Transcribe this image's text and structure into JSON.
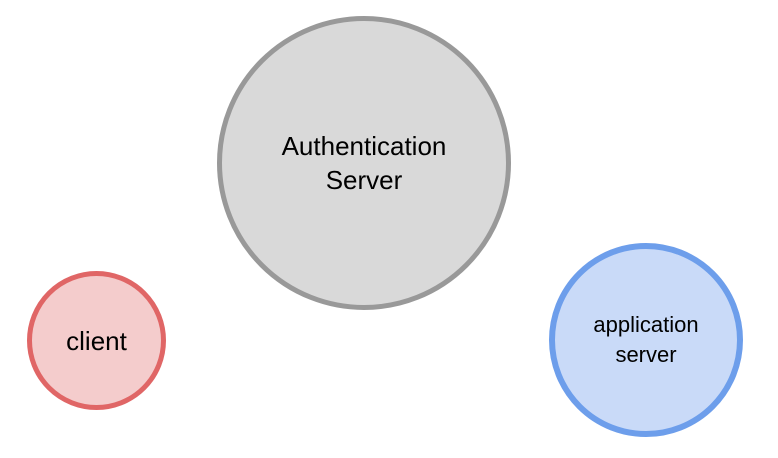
{
  "diagram": {
    "background_color": "#ffffff",
    "text_color": "#000000",
    "nodes": {
      "auth_server": {
        "label": "Authentication Server",
        "line1": "Authentication",
        "line2": "Server",
        "fill_color": "#d9d9d9",
        "border_color": "#999999"
      },
      "client": {
        "label": "client",
        "fill_color": "#f4cccc",
        "border_color": "#e06666"
      },
      "app_server": {
        "label": "application server",
        "line1": "application",
        "line2": "server",
        "fill_color": "#c9daf8",
        "border_color": "#6d9eeb"
      }
    }
  }
}
